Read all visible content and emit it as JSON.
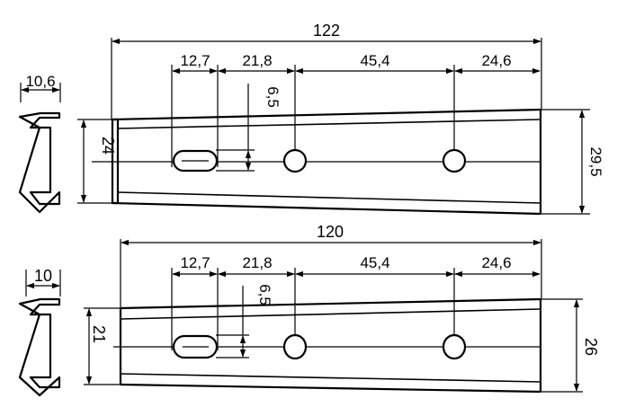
{
  "top_drawing": {
    "overall_length": "122",
    "spacings": [
      "12,7",
      "21,8",
      "45,4",
      "24,6"
    ],
    "slot_height": "6,5",
    "left_height": "24",
    "right_height": "29,5",
    "profile_width": "10,6"
  },
  "bottom_drawing": {
    "overall_length": "120",
    "spacings": [
      "12,7",
      "21,8",
      "45,4",
      "24,6"
    ],
    "slot_height": "6,5",
    "left_height": "21",
    "right_height": "26",
    "profile_width": "10"
  }
}
